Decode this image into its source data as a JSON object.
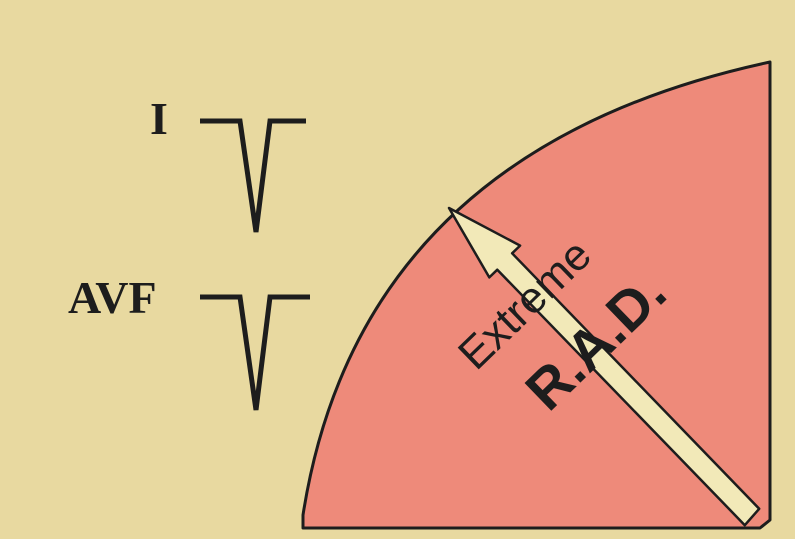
{
  "diagram": {
    "leads": [
      {
        "label": "I"
      },
      {
        "label": "AVF"
      }
    ],
    "axis_label_line1": "Extreme",
    "axis_label_line2": "R.A.D."
  },
  "colors": {
    "background": "#e8d9a0",
    "quadrant_fill": "#ee8a7a",
    "arrow_fill": "#f2e9b8",
    "ink": "#1d1d1d"
  }
}
